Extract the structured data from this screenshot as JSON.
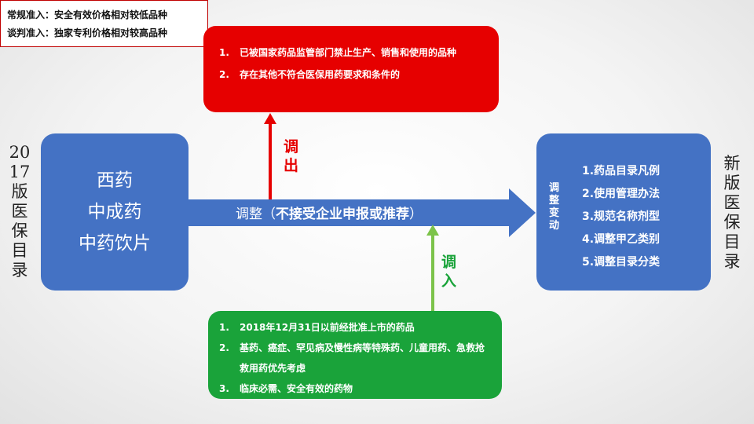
{
  "left_vertical_label": [
    "20",
    "17",
    "版",
    "医",
    "保",
    "目",
    "录"
  ],
  "right_vertical_label": [
    "新",
    "版",
    "医",
    "保",
    "目",
    "录"
  ],
  "source_box": {
    "lines": [
      "西药",
      "中成药",
      "中药饮片"
    ]
  },
  "target_box": {
    "side_label": [
      "调",
      "整",
      "变",
      "动"
    ],
    "items": [
      "1.药品目录凡例",
      "2.使用管理办法",
      "3.规范名称剂型",
      "4.调整甲乙类别",
      "5.调整目录分类"
    ]
  },
  "main_arrow": {
    "prefix": "调整（",
    "emphasis": "不接受企业申报或推荐",
    "suffix": "）"
  },
  "removal": {
    "label": [
      "调",
      "出"
    ],
    "items": [
      {
        "num": "1.",
        "text": "已被国家药品监管部门禁止生产、销售和使用的品种"
      },
      {
        "num": "2.",
        "text": "存在其他不符合医保用药要求和条件的"
      }
    ]
  },
  "addition": {
    "label": [
      "调",
      "入"
    ],
    "criteria": [
      "常规准入：安全有效价格相对较低品种",
      "谈判准入：独家专利价格相对较高品种"
    ],
    "items": [
      {
        "num": "1.",
        "text": "2018年12月31日以前经批准上市的药品"
      },
      {
        "num": "2.",
        "text": "基药、癌症、罕见病及慢性病等特殊药、儿童用药、急救抢救用药优先考虑"
      },
      {
        "num": "3.",
        "text": "临床必需、安全有效的药物"
      }
    ]
  },
  "colors": {
    "blue": "#4472c4",
    "red": "#e60000",
    "green": "#1aa33a",
    "dark_red": "#c00000"
  }
}
